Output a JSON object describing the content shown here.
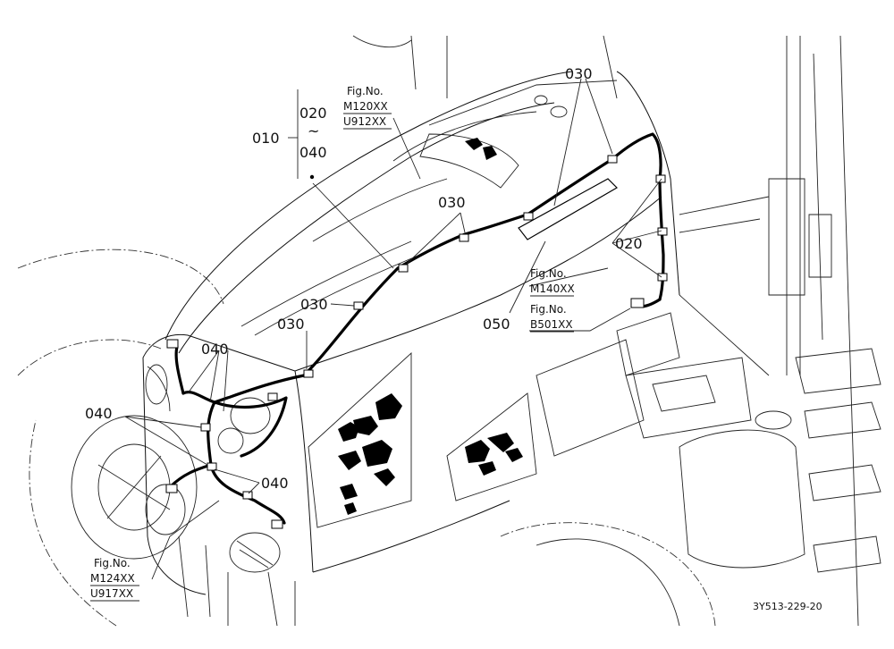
{
  "callouts": {
    "c010": "010",
    "c020_top": "020",
    "tilde": "~",
    "c040_top": "040",
    "c030_a": "030",
    "c030_b": "030",
    "c030_c": "030",
    "c030_d": "030",
    "c020_right": "020",
    "c050": "050",
    "c040_a": "040",
    "c040_b": "040",
    "c040_c": "040"
  },
  "figrefs": {
    "top": {
      "label": "Fig.No.",
      "line1": "M120XX",
      "line2": "U912XX"
    },
    "mid": {
      "label": "Fig.No.",
      "line1": "M140XX"
    },
    "mid2": {
      "label": "Fig.No.",
      "line1": "B501XX"
    },
    "bottom": {
      "label": "Fig.No.",
      "line1": "M124XX",
      "line2": "U917XX"
    }
  },
  "drawing_number": "3Y513-229-20"
}
